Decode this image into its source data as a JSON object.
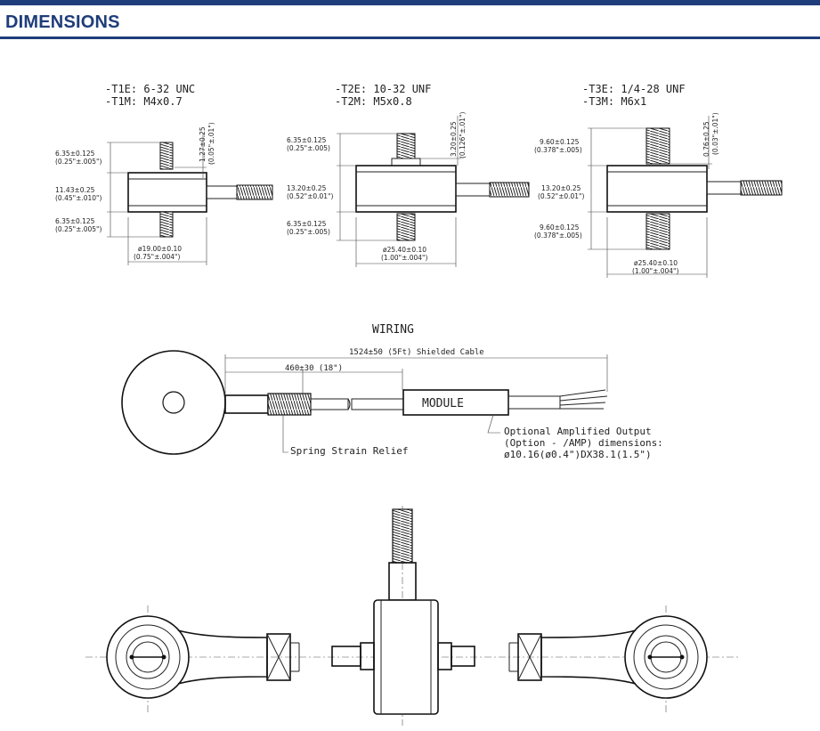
{
  "header": {
    "title": "DIMENSIONS"
  },
  "models": [
    {
      "thread_e": "-T1E: 6-32 UNC",
      "thread_m": "-T1M: M4x0.7",
      "dim_top": "6.35±0.125",
      "dim_top_in": "(0.25\"±.005\")",
      "dim_body": "11.43±0.25",
      "dim_body_in": "(0.45\"±.010\")",
      "dim_bottom": "6.35±0.125",
      "dim_bottom_in": "(0.25\"±.005\")",
      "dim_gap": "1.27±0.25",
      "dim_gap_in": "(0.05\"±.01\")",
      "dia": "ø19.00±0.10",
      "dia_in": "(0.75\"±.004\")"
    },
    {
      "thread_e": "-T2E: 10-32 UNF",
      "thread_m": "-T2M: M5x0.8",
      "dim_top": "6.35±0.125",
      "dim_top_in": "(0.25\"±.005)",
      "dim_body": "13.20±0.25",
      "dim_body_in": "(0.52\"±0.01\")",
      "dim_bottom": "6.35±0.125",
      "dim_bottom_in": "(0.25\"±.005)",
      "dim_gap": "3.20±0.25",
      "dim_gap_in": "(0.126\"±.01\")",
      "dia": "ø25.40±0.10",
      "dia_in": "(1.00\"±.004\")"
    },
    {
      "thread_e": "-T3E: 1/4-28 UNF",
      "thread_m": "-T3M: M6x1",
      "dim_top": "9.60±0.125",
      "dim_top_in": "(0.378\"±.005)",
      "dim_body": "13.20±0.25",
      "dim_body_in": "(0.52\"±0.01\")",
      "dim_bottom": "9.60±0.125",
      "dim_bottom_in": "(0.378\"±.005)",
      "dim_gap": "0.76±0.25",
      "dim_gap_in": "(0.03\"±.01\")",
      "dia": "ø25.40±0.10",
      "dia_in": "(1.00\"±.004\")"
    }
  ],
  "wiring": {
    "title": "WIRING",
    "cable_length": "1524±50 (5Ft) Shielded Cable",
    "relief_length": "460±30 (18\")",
    "module_label": "MODULE",
    "relief_label": "Spring Strain Relief",
    "option_line1": "Optional Amplified Output",
    "option_line2": "(Option - /AMP) dimensions:",
    "option_line3": "ø10.16(ø0.4\")DX38.1(1.5\")"
  }
}
